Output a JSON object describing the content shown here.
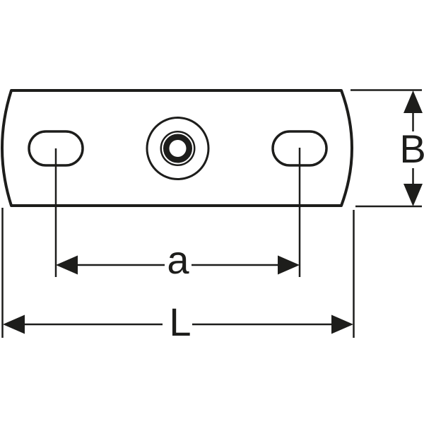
{
  "drawing": {
    "colors": {
      "ink": "#1d1d1b",
      "background": "#ffffff"
    },
    "labels": {
      "plate_height": "B",
      "hole_spacing": "a",
      "overall_length": "L"
    }
  }
}
